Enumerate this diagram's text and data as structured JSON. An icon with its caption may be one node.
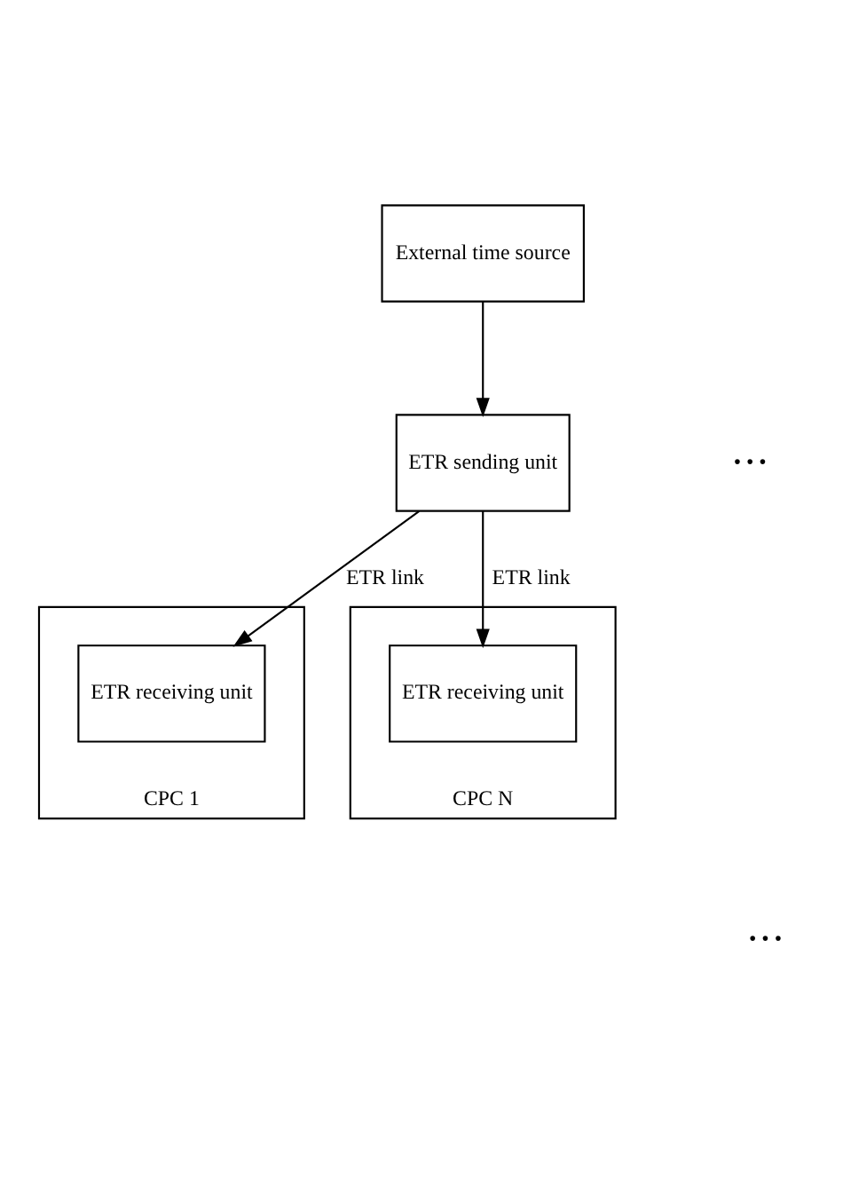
{
  "diagram": {
    "nodes": [
      {
        "text": [
          "External time source"
        ]
      },
      {
        "text": [
          "ETR sending unit"
        ]
      },
      {
        "text": [
          "CPC 1"
        ]
      },
      {
        "text": [
          "ETR receiving unit"
        ],
        "in": 2
      },
      {
        "text": [
          "CPC N"
        ]
      },
      {
        "text": [
          "ETR receiving unit"
        ],
        "in": 4
      }
    ],
    "edges": [
      {
        "from": 0,
        "to": 1,
        "arrow": "to"
      },
      {
        "from": 1,
        "to": 3,
        "arrow": "to",
        "label": "ETR link"
      },
      {
        "from": 1,
        "to": 5,
        "arrow": "to",
        "label": "ETR link"
      }
    ],
    "labels": [
      "• • •",
      "• • •"
    ]
  }
}
